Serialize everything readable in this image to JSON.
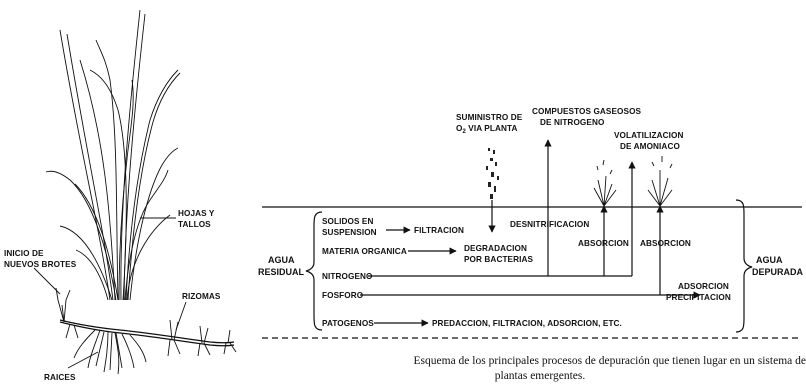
{
  "plant_labels": {
    "hojas_1": "HOJAS Y",
    "hojas_2": "TALLOS",
    "brotes_1": "INICIO DE",
    "brotes_2": "NUEVOS BROTES",
    "rizomas": "RIZOMAS",
    "raices": "RAICES"
  },
  "process": {
    "agua_residual_1": "AGUA",
    "agua_residual_2": "RESIDUAL",
    "agua_depurada_1": "AGUA",
    "agua_depurada_2": "DEPURADA",
    "solidos_1": "SOLIDOS EN",
    "solidos_2": "SUSPENSION",
    "filtracion": "FILTRACION",
    "materia": "MATERIA ORGANICA",
    "degradacion_1": "DEGRADACION",
    "degradacion_2": "POR BACTERIAS",
    "nitrogeno": "NITROGENO",
    "fosforo": "FOSFORO",
    "patogenos": "PATOGENOS",
    "patogenos_proc": "PREDACCION, FILTRACION, ADSORCION, ETC.",
    "desnitrificacion": "DESNITRIFICACION",
    "absorcion_1": "ABSORCION",
    "absorcion_2": "ABSORCION",
    "adsorcion_1": "ADSORCION",
    "adsorcion_2": "PRECIPITACION",
    "suministro_1": "SUMINISTRO DE",
    "suministro_2a": "O",
    "suministro_2sub": "2",
    "suministro_2b": " VIA PLANTA",
    "compuestos_1": "COMPUESTOS GASEOSOS",
    "compuestos_2": "DE NITROGENO",
    "volatil_1": "VOLATILIZACION",
    "volatil_2": "DE AMONIACO"
  },
  "caption": {
    "line1": "Esquema de los principales procesos de depuración que tienen lugar en un sistema de",
    "line2": "plantas emergentes."
  }
}
